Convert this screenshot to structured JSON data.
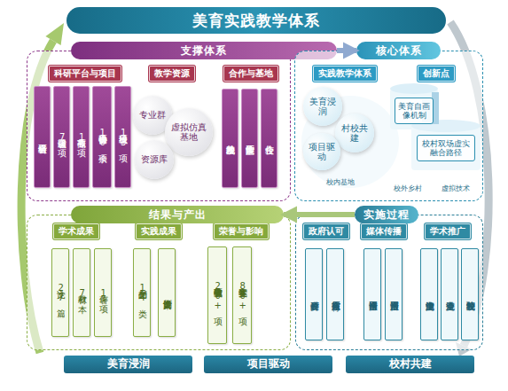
{
  "diagram": {
    "title": "美育实践教学体系",
    "nodes": [
      {
        "text": [
          "支撑体系"
        ]
      },
      {
        "text": [
          "科研平台与项目"
        ],
        "in": 0
      },
      {
        "text": [
          "省级科研平台"
        ],
        "in": 1
      },
      {
        "text": [
          "省级课题7项"
        ],
        "in": 1
      },
      {
        "text": [
          "高教专项1项"
        ],
        "in": 1
      },
      {
        "text": [
          "学会协会项目10余项"
        ],
        "in": 1
      },
      {
        "text": [
          "校级项目13项"
        ],
        "in": 1
      },
      {
        "text": [
          "教学资源"
        ],
        "in": 0
      },
      {
        "text": [
          "专业群"
        ],
        "in": 7
      },
      {
        "text": [
          "虚拟仿真基地"
        ],
        "in": 7
      },
      {
        "text": [
          "资源库"
        ],
        "in": 7
      },
      {
        "text": [
          "合作与基地"
        ],
        "in": 0
      },
      {
        "text": [
          "校外实践基地"
        ],
        "in": 11
      },
      {
        "text": [
          "技能大师工作室"
        ],
        "in": 11
      },
      {
        "text": [
          "校企合作"
        ],
        "in": 11
      },
      {
        "text": [
          "核心体系"
        ]
      },
      {
        "text": [
          "实践教学体系"
        ],
        "in": 15
      },
      {
        "text": [
          "美育浸润"
        ],
        "in": 16
      },
      {
        "text": [
          "村校共建"
        ],
        "in": 16
      },
      {
        "text": [
          "项目驱动"
        ],
        "in": 16
      },
      {
        "text": [
          "创新点"
        ],
        "in": 15
      },
      {
        "text": [
          "美育自画像机制"
        ],
        "in": 20
      },
      {
        "text": [
          "校村双场虚实融合路径"
        ],
        "in": 20
      },
      {
        "text": [
          "结果与产出"
        ]
      },
      {
        "text": [
          "学术成果"
        ],
        "in": 23
      },
      {
        "text": [
          "论文27篇"
        ],
        "in": 24
      },
      {
        "text": [
          "教材7本"
        ],
        "in": 24
      },
      {
        "text": [
          "著作1项"
        ],
        "in": 24
      },
      {
        "text": [
          "实践成果"
        ],
        "in": 23
      },
      {
        "text": [
          "文创产品14类"
        ],
        "in": 28
      },
      {
        "text": [
          "多类设计案例"
        ],
        "in": 28
      },
      {
        "text": [
          "荣誉与影响"
        ],
        "in": 23
      },
      {
        "text": [
          "省级教学奖项20+项"
        ],
        "in": 31
      },
      {
        "text": [
          "学生竞赛奖80+项"
        ],
        "in": 31
      },
      {
        "text": [
          "实施过程"
        ]
      },
      {
        "text": [
          "政府认可"
        ],
        "in": 34
      },
      {
        "text": [
          "村委高度评价"
        ],
        "in": 35
      },
      {
        "text": [
          "广东省教育厅报道"
        ],
        "in": 35
      },
      {
        "text": [
          "媒体传播"
        ],
        "in": 34
      },
      {
        "text": [
          "非遗网平台报道"
        ],
        "in": 38
      },
      {
        "text": [
          "新浪网平台报道"
        ],
        "in": 38
      },
      {
        "text": [
          "学术推广"
        ],
        "in": 34
      },
      {
        "text": [
          "澳门大学企业交流"
        ],
        "in": 41
      },
      {
        "text": [
          "香港企业交流"
        ],
        "in": 41
      },
      {
        "text": [
          "院校经验复制"
        ],
        "in": 41
      },
      {
        "text": [
          "美育浸润"
        ]
      },
      {
        "text": [
          "项目驱动"
        ]
      },
      {
        "text": [
          "校村共建"
        ]
      }
    ],
    "edges": [
      {
        "from": 0,
        "to": 15,
        "arrow": "to"
      },
      {
        "from": 34,
        "to": 23,
        "arrow": "to"
      }
    ],
    "labels": [
      "校内基地",
      "校外乡村",
      "虚拟技术"
    ]
  }
}
